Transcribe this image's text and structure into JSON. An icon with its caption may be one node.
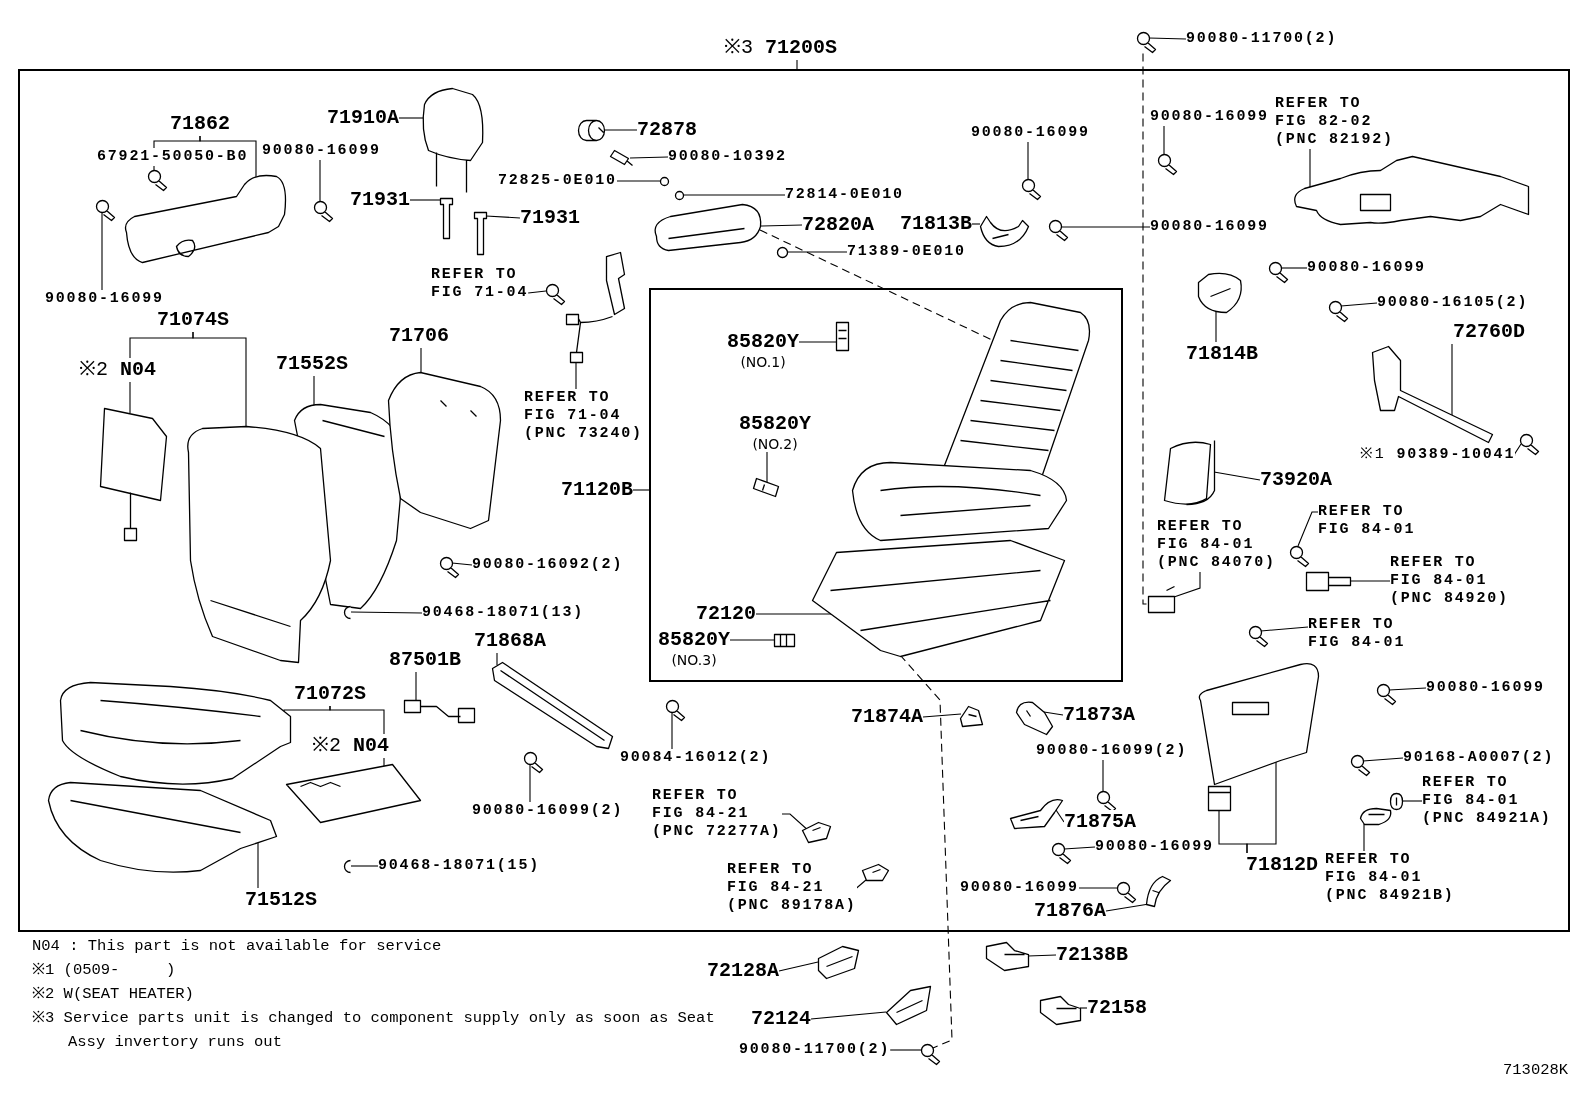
{
  "diagram": {
    "nodes": [
      {
        "text": [],
        "shape": "box"
      },
      {
        "text": [
          "※3 **71200S**"
        ]
      },
      {
        "text": [
          "71862"
        ],
        "in": 0
      },
      {
        "text": [
          "67921-50050-B0"
        ],
        "in": 0
      },
      {
        "text": [
          "90080-16099"
        ],
        "in": 0
      },
      {
        "text": [
          "90080-16099"
        ],
        "in": 0
      },
      {
        "text": [
          "71910A"
        ],
        "in": 0
      },
      {
        "text": [
          "71931"
        ],
        "in": 0
      },
      {
        "text": [
          "71931"
        ],
        "in": 0
      },
      {
        "text": [
          "72878"
        ],
        "in": 0
      },
      {
        "text": [
          "90080-10392"
        ],
        "in": 0
      },
      {
        "text": [
          "72825-0E010"
        ],
        "in": 0
      },
      {
        "text": [
          "72814-0E010"
        ],
        "in": 0
      },
      {
        "text": [
          "72820A"
        ],
        "in": 0
      },
      {
        "text": [
          "71389-0E010"
        ],
        "in": 0
      },
      {
        "text": [
          "REFER TO FIG 71-04"
        ],
        "in": 0
      },
      {
        "text": [
          "REFER TO FIG 71-04 (PNC 73240)"
        ],
        "in": 0
      },
      {
        "text": [
          "71813B"
        ],
        "in": 0
      },
      {
        "text": [
          "90080-16099"
        ],
        "in": 0
      },
      {
        "text": [
          "90080-16099"
        ],
        "in": 0
      },
      {
        "text": [
          "90080-16099"
        ],
        "in": 0
      },
      {
        "text": [
          "REFER TO FIG 82-02 (PNC 82192)"
        ],
        "in": 0
      },
      {
        "text": [
          "90080-16099"
        ],
        "in": 0
      },
      {
        "text": [
          "71814B"
        ],
        "in": 0
      },
      {
        "text": [
          "90080-16105(2)"
        ],
        "in": 0
      },
      {
        "text": [
          "72760D"
        ],
        "in": 0
      },
      {
        "text": [
          "※1 **90389-10041**"
        ],
        "in": 0
      },
      {
        "text": [
          "73920A"
        ],
        "in": 0
      },
      {
        "text": [
          "71074S"
        ],
        "in": 0
      },
      {
        "text": [
          "※2 **N04**"
        ],
        "in": 0
      },
      {
        "text": [
          "71552S"
        ],
        "in": 0
      },
      {
        "text": [
          "71706"
        ],
        "in": 0
      },
      {
        "text": [
          "71120B"
        ],
        "in": 0
      },
      {
        "text": [],
        "shape": "box",
        "in": 0
      },
      {
        "text": [
          "85820Y",
          "(NO.1)"
        ],
        "in": 33
      },
      {
        "text": [
          "85820Y",
          "(NO.2)"
        ],
        "in": 33
      },
      {
        "text": [
          "72120"
        ],
        "in": 33
      },
      {
        "text": [
          "85820Y",
          "(NO.3)"
        ],
        "in": 33
      },
      {
        "text": [
          "90080-16092(2)"
        ],
        "in": 0
      },
      {
        "text": [
          "90468-18071(13)"
        ],
        "in": 0
      },
      {
        "text": [
          "REFER TO FIG 84-01 (PNC 84070)"
        ],
        "in": 0
      },
      {
        "text": [
          "REFER TO FIG 84-01"
        ],
        "in": 0
      },
      {
        "text": [
          "REFER TO FIG 84-01 (PNC 84920)"
        ],
        "in": 0
      },
      {
        "text": [
          "REFER TO FIG 84-01"
        ],
        "in": 0
      },
      {
        "text": [
          "71868A"
        ],
        "in": 0
      },
      {
        "text": [
          "87501B"
        ],
        "in": 0
      },
      {
        "text": [
          "71072S"
        ],
        "in": 0
      },
      {
        "text": [
          "※2 **N04**"
        ],
        "in": 0
      },
      {
        "text": [
          "90084-16012(2)"
        ],
        "in": 0
      },
      {
        "text": [
          "90080-16099(2)"
        ],
        "in": 0
      },
      {
        "text": [
          "71874A"
        ],
        "in": 0
      },
      {
        "text": [
          "71873A"
        ],
        "in": 0
      },
      {
        "text": [
          "90080-16099(2)"
        ],
        "in": 0
      },
      {
        "text": [
          "90080-16099"
        ],
        "in": 0
      },
      {
        "text": [
          "90168-A0007(2)"
        ],
        "in": 0
      },
      {
        "text": [
          "REFER TO FIG 84-01 (PNC 84921A)"
        ],
        "in": 0
      },
      {
        "text": [
          "71812D"
        ],
        "in": 0
      },
      {
        "text": [
          "REFER TO FIG 84-01 (PNC 84921B)"
        ],
        "in": 0
      },
      {
        "text": [
          "REFER TO FIG 84-21 (PNC 72277A)"
        ],
        "in": 0
      },
      {
        "text": [
          "REFER TO FIG 84-21 (PNC 89178A)"
        ],
        "in": 0
      },
      {
        "text": [
          "71875A"
        ],
        "in": 0
      },
      {
        "text": [
          "90080-16099"
        ],
        "in": 0
      },
      {
        "text": [
          "90080-16099"
        ],
        "in": 0
      },
      {
        "text": [
          "71876A"
        ],
        "in": 0
      },
      {
        "text": [
          "90468-18071(15)"
        ],
        "in": 0
      },
      {
        "text": [
          "71512S"
        ],
        "in": 0
      },
      {
        "text": [
          "72128A"
        ]
      },
      {
        "text": [
          "72138B"
        ]
      },
      {
        "text": [
          "72124"
        ]
      },
      {
        "text": [
          "90080-11700(2)"
        ]
      },
      {
        "text": [
          "72158"
        ]
      },
      {
        "text": [
          "90080-11700(2)"
        ]
      },
      {
        "text": [],
        "shape": "picture"
      },
      {
        "text": [],
        "shape": "picture",
        "in": 0
      },
      {
        "text": [],
        "shape": "picture",
        "in": 0
      },
      {
        "text": [],
        "shape": "picture",
        "in": 0
      },
      {
        "text": [],
        "shape": "picture",
        "in": 0
      },
      {
        "text": [],
        "shape": "picture",
        "in": 0
      },
      {
        "text": [],
        "shape": "picture",
        "in": 0
      },
      {
        "text": [],
        "shape": "picture",
        "in": 0
      },
      {
        "text": [],
        "shape": "picture",
        "in": 0
      },
      {
        "text": [],
        "shape": "picture",
        "in": 0
      },
      {
        "text": [],
        "shape": "picture",
        "in": 0
      },
      {
        "text": [],
        "shape": "picture",
        "in": 0
      },
      {
        "text": [],
        "shape": "picture",
        "in": 0
      },
      {
        "text": [],
        "shape": "picture",
        "in": 0
      },
      {
        "text": [],
        "shape": "picture",
        "in": 0
      },
      {
        "text": [],
        "shape": "picture",
        "in": 0
      },
      {
        "text": [],
        "shape": "picture",
        "in": 0
      },
      {
        "text": [],
        "shape": "picture",
        "in": 0
      },
      {
        "text": [],
        "shape": "picture",
        "in": 0
      },
      {
        "text": [],
        "shape": "picture",
        "in": 0
      },
      {
        "text": [],
        "shape": "picture",
        "in": 0
      },
      {
        "text": [],
        "shape": "picture",
        "in": 0
      },
      {
        "text": [],
        "shape": "picture",
        "in": 0
      },
      {
        "text": [],
        "shape": "picture",
        "in": 0
      },
      {
        "text": [],
        "shape": "picture",
        "in": 0
      },
      {
        "text": [],
        "shape": "picture",
        "in": 0
      },
      {
        "text": [],
        "shape": "picture",
        "in": 0
      },
      {
        "text": [],
        "shape": "picture",
        "in": 0
      },
      {
        "text": [],
        "shape": "picture",
        "in": 0
      },
      {
        "text": [],
        "shape": "picture",
        "in": 0
      },
      {
        "text": [],
        "shape": "picture",
        "in": 0
      },
      {
        "text": [],
        "shape": "picture",
        "in": 33
      },
      {
        "text": [],
        "shape": "picture",
        "in": 33
      },
      {
        "text": [],
        "shape": "picture",
        "in": 33
      },
      {
        "text": [],
        "shape": "picture",
        "in": 33
      },
      {
        "text": [],
        "shape": "picture",
        "in": 33
      },
      {
        "text": [],
        "shape": "picture",
        "in": 33
      },
      {
        "text": [],
        "shape": "picture",
        "in": 0
      },
      {
        "text": [],
        "shape": "picture",
        "in": 0
      },
      {
        "text": [],
        "shape": "picture",
        "in": 0
      },
      {
        "text": [],
        "shape": "picture",
        "in": 0
      },
      {
        "text": [],
        "shape": "picture",
        "in": 0
      },
      {
        "text": [],
        "shape": "picture",
        "in": 0
      },
      {
        "text": [],
        "shape": "picture",
        "in": 0
      },
      {
        "text": [],
        "shape": "picture",
        "in": 0
      },
      {
        "text": [],
        "shape": "picture",
        "in": 0
      },
      {
        "text": [],
        "shape": "picture",
        "in": 0
      },
      {
        "text": [],
        "shape": "picture",
        "in": 0
      },
      {
        "text": [],
        "shape": "picture",
        "in": 0
      },
      {
        "text": [],
        "shape": "picture",
        "in": 0
      },
      {
        "text": [],
        "shape": "picture",
        "in": 0
      },
      {
        "text": [],
        "shape": "picture",
        "in": 0
      },
      {
        "text": [],
        "shape": "picture",
        "in": 0
      },
      {
        "text": [],
        "shape": "picture",
        "in": 0
      },
      {
        "text": [],
        "shape": "picture",
        "in": 0
      },
      {
        "text": [],
        "shape": "picture",
        "in": 0
      },
      {
        "text": [],
        "shape": "picture",
        "in": 0
      },
      {
        "text": [],
        "shape": "picture",
        "in": 0
      },
      {
        "text": [],
        "shape": "picture",
        "in": 0
      },
      {
        "text": [],
        "shape": "picture",
        "in": 0
      },
      {
        "text": [],
        "shape": "picture",
        "in": 0
      },
      {
        "text": [],
        "shape": "picture",
        "in": 0
      },
      {
        "text": [],
        "shape": "picture",
        "in": 0
      },
      {
        "text": [],
        "shape": "picture",
        "in": 0
      },
      {
        "text": [],
        "shape": "picture",
        "in": 0
      },
      {
        "text": [],
        "shape": "picture",
        "in": 0
      },
      {
        "text": [],
        "shape": "picture"
      },
      {
        "text": [],
        "shape": "picture"
      },
      {
        "text": [],
        "shape": "picture"
      },
      {
        "text": [],
        "shape": "picture"
      },
      {
        "text": [],
        "shape": "picture"
      }
    ],
    "edges": [
      {
        "from": 1,
        "to": 0,
        "arrow": "none"
      },
      {
        "from": 2,
        "to": 3,
        "arrow": "none"
      },
      {
        "from": 2,
        "to": 75,
        "arrow": "none"
      },
      {
        "from": 3,
        "to": 77,
        "arrow": "none"
      },
      {
        "from": 4,
        "to": 79,
        "arrow": "none"
      },
      {
        "from": 5,
        "to": 78,
        "arrow": "none"
      },
      {
        "from": 6,
        "to": 73,
        "arrow": "none"
      },
      {
        "from": 7,
        "to": 82,
        "arrow": "none"
      },
      {
        "from": 8,
        "to": 83,
        "arrow": "none"
      },
      {
        "from": 9,
        "to": 74,
        "arrow": "none"
      },
      {
        "from": 10,
        "to": 76,
        "arrow": "none"
      },
      {
        "from": 11,
        "to": 80,
        "arrow": "none"
      },
      {
        "from": 12,
        "to": 81,
        "arrow": "none"
      },
      {
        "from": 13,
        "to": 84,
        "arrow": "none"
      },
      {
        "from": 14,
        "to": 85,
        "arrow": "none"
      },
      {
        "from": 15,
        "to": 94,
        "arrow": "none"
      },
      {
        "from": 16,
        "to": 93,
        "arrow": "none"
      },
      {
        "from": 17,
        "to": 87,
        "arrow": "none"
      },
      {
        "from": 18,
        "to": 86,
        "arrow": "none"
      },
      {
        "from": 19,
        "to": 88,
        "arrow": "none"
      },
      {
        "from": 20,
        "to": 89,
        "arrow": "none"
      },
      {
        "from": 21,
        "to": 90,
        "arrow": "none"
      },
      {
        "from": 22,
        "to": 91,
        "arrow": "none"
      },
      {
        "from": 23,
        "to": 92,
        "arrow": "none"
      },
      {
        "from": 24,
        "to": 95,
        "arrow": "none"
      },
      {
        "from": 25,
        "to": 96,
        "arrow": "none"
      },
      {
        "from": 26,
        "to": 97,
        "arrow": "none"
      },
      {
        "from": 27,
        "to": 102,
        "arrow": "none"
      },
      {
        "from": 28,
        "to": 29,
        "arrow": "none"
      },
      {
        "from": 28,
        "to": 100,
        "arrow": "none"
      },
      {
        "from": 29,
        "to": 98,
        "arrow": "none"
      },
      {
        "from": 30,
        "to": 99,
        "arrow": "none"
      },
      {
        "from": 31,
        "to": 101,
        "arrow": "none"
      },
      {
        "from": 32,
        "to": 33,
        "arrow": "none"
      },
      {
        "from": 34,
        "to": 104,
        "arrow": "none"
      },
      {
        "from": 35,
        "to": 105,
        "arrow": "none"
      },
      {
        "from": 36,
        "to": 107,
        "arrow": "none"
      },
      {
        "from": 37,
        "to": 108,
        "arrow": "none"
      },
      {
        "from": 38,
        "to": 109,
        "arrow": "none"
      },
      {
        "from": 39,
        "to": 110,
        "arrow": "none"
      },
      {
        "from": 40,
        "to": 111,
        "arrow": "none"
      },
      {
        "from": 41,
        "to": 112,
        "arrow": "none"
      },
      {
        "from": 42,
        "to": 113,
        "arrow": "none"
      },
      {
        "from": 43,
        "to": 114,
        "arrow": "none"
      },
      {
        "from": 44,
        "to": 115,
        "arrow": "none"
      },
      {
        "from": 45,
        "to": 116,
        "arrow": "none"
      },
      {
        "from": 46,
        "to": 117,
        "arrow": "none"
      },
      {
        "from": 46,
        "to": 121,
        "arrow": "none"
      },
      {
        "from": 48,
        "to": 118,
        "arrow": "none"
      },
      {
        "from": 49,
        "to": 124,
        "arrow": "none"
      },
      {
        "from": 50,
        "to": 119,
        "arrow": "none"
      },
      {
        "from": 51,
        "to": 120,
        "arrow": "none"
      },
      {
        "from": 52,
        "to": 126,
        "arrow": "none"
      },
      {
        "from": 53,
        "to": 122,
        "arrow": "none"
      },
      {
        "from": 54,
        "to": 125,
        "arrow": "none"
      },
      {
        "from": 55,
        "to": 128,
        "arrow": "none"
      },
      {
        "from": 56,
        "to": 127,
        "arrow": "none"
      },
      {
        "from": 56,
        "to": 123,
        "arrow": "none"
      },
      {
        "from": 57,
        "to": 131,
        "arrow": "none"
      },
      {
        "from": 58,
        "to": 132,
        "arrow": "none"
      },
      {
        "from": 59,
        "to": 134,
        "arrow": "none"
      },
      {
        "from": 60,
        "to": 130,
        "arrow": "none"
      },
      {
        "from": 61,
        "to": 133,
        "arrow": "none"
      },
      {
        "from": 62,
        "to": 136,
        "arrow": "none"
      },
      {
        "from": 63,
        "to": 137,
        "arrow": "none"
      },
      {
        "from": 64,
        "to": 135,
        "arrow": "none"
      },
      {
        "from": 65,
        "to": 129,
        "arrow": "none"
      },
      {
        "from": 66,
        "to": 139,
        "arrow": "none"
      },
      {
        "from": 67,
        "to": 138,
        "arrow": "none"
      },
      {
        "from": 68,
        "to": 141,
        "arrow": "none"
      },
      {
        "from": 69,
        "to": 142,
        "arrow": "none"
      },
      {
        "from": 70,
        "to": 140,
        "arrow": "none"
      },
      {
        "from": 71,
        "to": 72,
        "arrow": "none"
      },
      {
        "from": 84,
        "to": 103,
        "arrow": "none",
        "style": "dashed"
      },
      {
        "from": 72,
        "to": 111,
        "arrow": "none",
        "style": "dashed"
      },
      {
        "from": 107,
        "to": 142,
        "arrow": "none",
        "style": "dashed"
      }
    ],
    "labels": [
      "N04 : This part is not available for service",
      "※1 (0509-     )",
      "※2 W(SEAT HEATER)",
      "※3 Service parts unit is changed to component supply only as soon as Seat Assy invertory runs out",
      "713028K"
    ]
  }
}
